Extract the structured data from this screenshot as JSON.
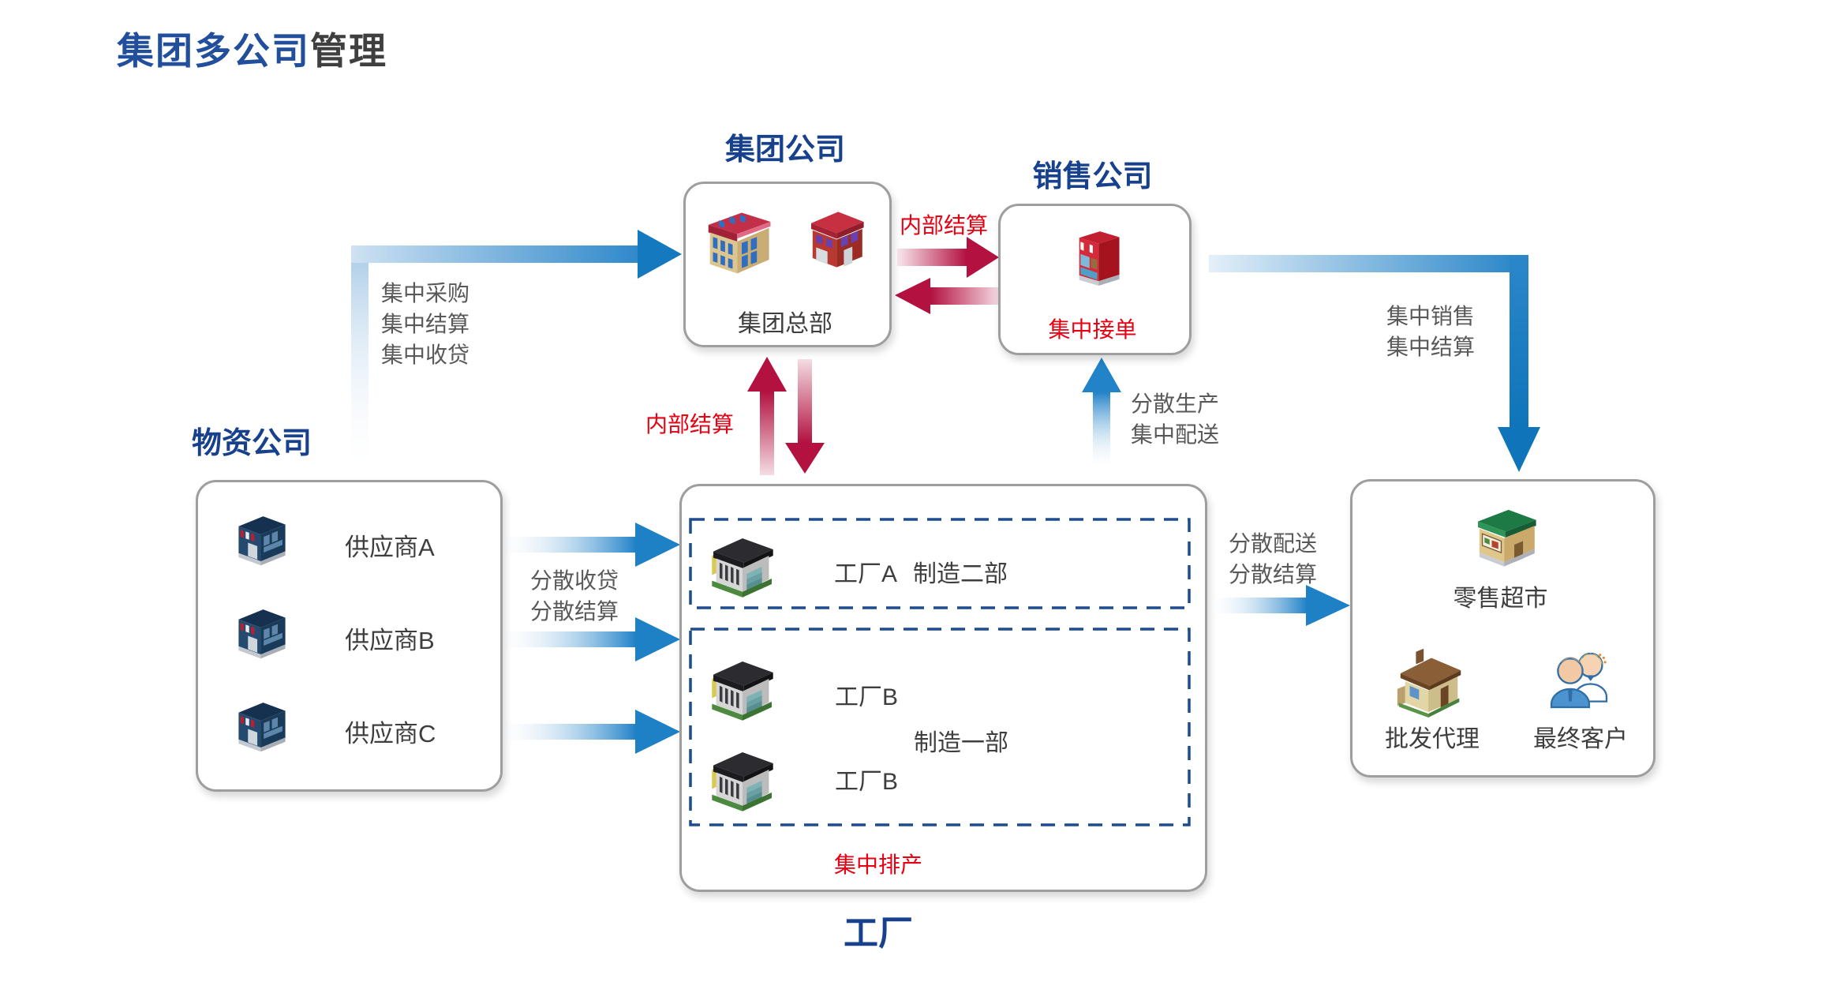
{
  "title": {
    "highlight": "集团多公司",
    "rest": "管理"
  },
  "nodes": {
    "group": {
      "heading": "集团公司",
      "caption": "集团总部"
    },
    "sales": {
      "heading": "销售公司",
      "caption": "集中接单"
    },
    "suppliers": {
      "heading": "物资公司",
      "items": [
        {
          "label": "供应商A"
        },
        {
          "label": "供应商B"
        },
        {
          "label": "供应商C"
        }
      ]
    },
    "factory": {
      "heading": "工厂",
      "caption": "集中排产",
      "zone1": {
        "factory_label": "工厂A",
        "dept_label": "制造二部"
      },
      "zone2": {
        "factory_label_1": "工厂B",
        "dept_label": "制造一部",
        "factory_label_2": "工厂B"
      }
    },
    "retail": {
      "supermarket": "零售超市",
      "wholesale": "批发代理",
      "customer": "最终客户"
    }
  },
  "flows": {
    "suppliers_to_group": {
      "lines": [
        "集中采购",
        "集中结算",
        "集中收贷"
      ]
    },
    "suppliers_to_factory": {
      "lines": [
        "分散收贷",
        "分散结算"
      ]
    },
    "group_sales_settlement": {
      "label": "内部结算"
    },
    "group_factory_settlement": {
      "label": "内部结算"
    },
    "factory_to_sales": {
      "lines": [
        "分散生产",
        "集中配送"
      ]
    },
    "sales_to_retail": {
      "lines": [
        "集中销售",
        "集中结算"
      ]
    },
    "factory_to_retail": {
      "lines": [
        "分散配送",
        "分散结算"
      ]
    }
  },
  "icons": [
    "office-building-icon",
    "red-house-icon",
    "storefront-icon",
    "supplier-shop-icon",
    "factory-building-icon",
    "supermarket-icon",
    "house-icon",
    "customers-icon"
  ],
  "colors": {
    "heading_blue": "#17418c",
    "title_blue": "#224f9c",
    "text_red": "#e60012",
    "arrow_red": "#b31140",
    "arrow_blue": "#1e81c6",
    "dashed_blue": "#1d4c90",
    "label_gray": "#595959",
    "text_dark": "#3e3e3e",
    "border_gray": "#9e9e9e"
  }
}
